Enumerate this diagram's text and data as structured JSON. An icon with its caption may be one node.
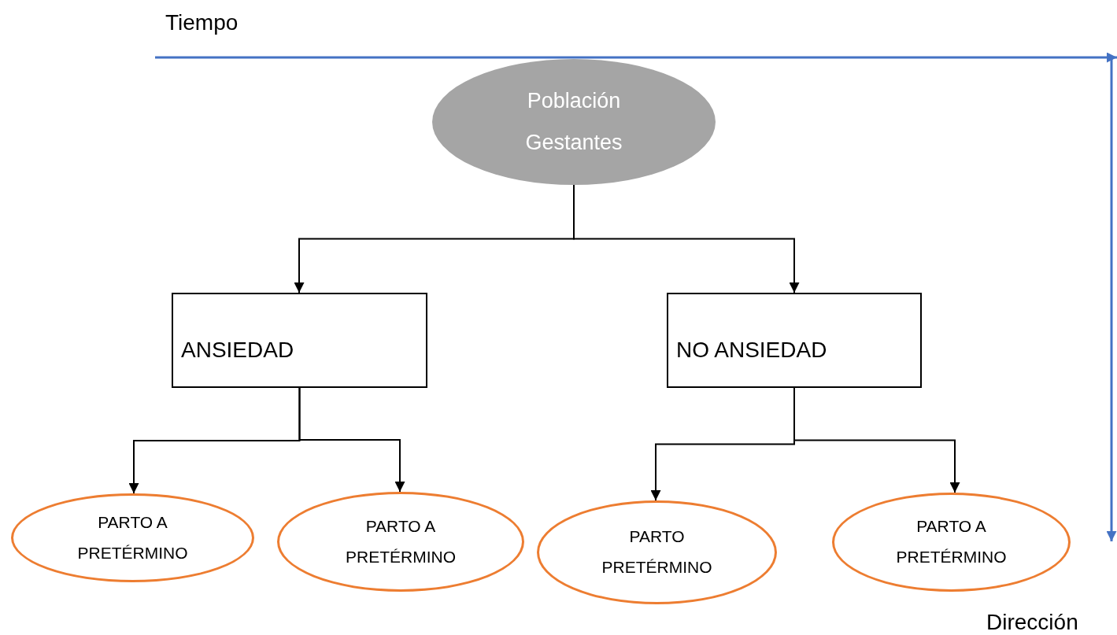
{
  "diagram": {
    "nodes": [
      {
        "text": [
          "Población Gestantes"
        ]
      },
      {
        "text": [
          "ANSIEDAD"
        ]
      },
      {
        "text": [
          "NO ANSIEDAD"
        ]
      },
      {
        "text": [
          "PARTO A PRETÉRMINO"
        ]
      },
      {
        "text": [
          "PARTO A PRETÉRMINO"
        ]
      },
      {
        "text": [
          "PARTO PRETÉRMINO"
        ]
      },
      {
        "text": [
          "PARTO A PRETÉRMINO"
        ]
      }
    ],
    "edges": [
      {
        "from": 0,
        "to": 1,
        "arrow": "to"
      },
      {
        "from": 0,
        "to": 2,
        "arrow": "to"
      },
      {
        "from": 1,
        "to": 3,
        "arrow": "to"
      },
      {
        "from": 1,
        "to": 4,
        "arrow": "to"
      },
      {
        "from": 2,
        "to": 5,
        "arrow": "to"
      },
      {
        "from": 2,
        "to": 6,
        "arrow": "to"
      }
    ],
    "labels": [
      "Tiempo",
      "Dirección"
    ]
  }
}
